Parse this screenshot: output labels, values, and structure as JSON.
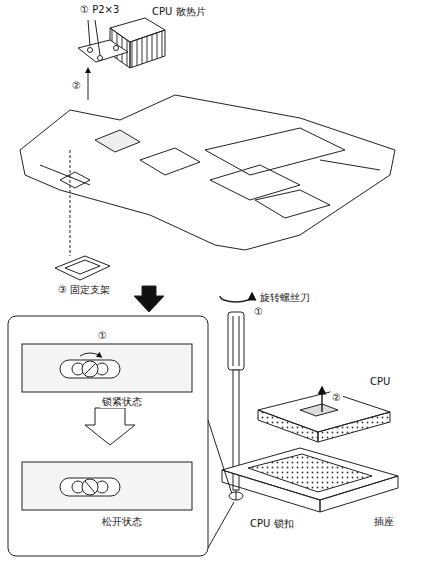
{
  "diagram": {
    "labels": [
      "① P2×3",
      "CPU 散热片",
      "②",
      "③ 固定支架",
      "①",
      "锁紧状态",
      "松开状态",
      "旋转螺丝刀",
      "①",
      "CPU",
      "②",
      "CPU 锁扣",
      "插座"
    ]
  }
}
